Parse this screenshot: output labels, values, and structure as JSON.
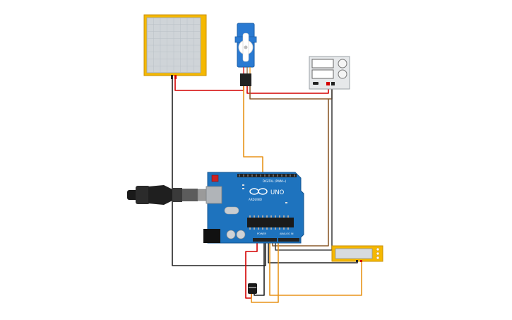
{
  "board": {
    "logo": "UNO",
    "brand": "ARDUINO",
    "digital_label": "DIGITAL (PWM~)",
    "power_label": "POWER",
    "analog_label": "ANALOG IN"
  },
  "components": {
    "solar_panel": {
      "label": ""
    },
    "servo": {
      "label": ""
    },
    "power_supply": {
      "label": ""
    },
    "lcd": {
      "label": ""
    },
    "sensor": {
      "label": ""
    },
    "usb_cable": {
      "label": ""
    }
  },
  "colors": {
    "wire_red": "#d40000",
    "wire_black": "#222222",
    "wire_orange": "#e8941a",
    "wire_brown": "#8b5a2b",
    "board_blue": "#1e73be",
    "panel_yellow": "#f5b800",
    "servo_blue": "#2a7ad2"
  }
}
